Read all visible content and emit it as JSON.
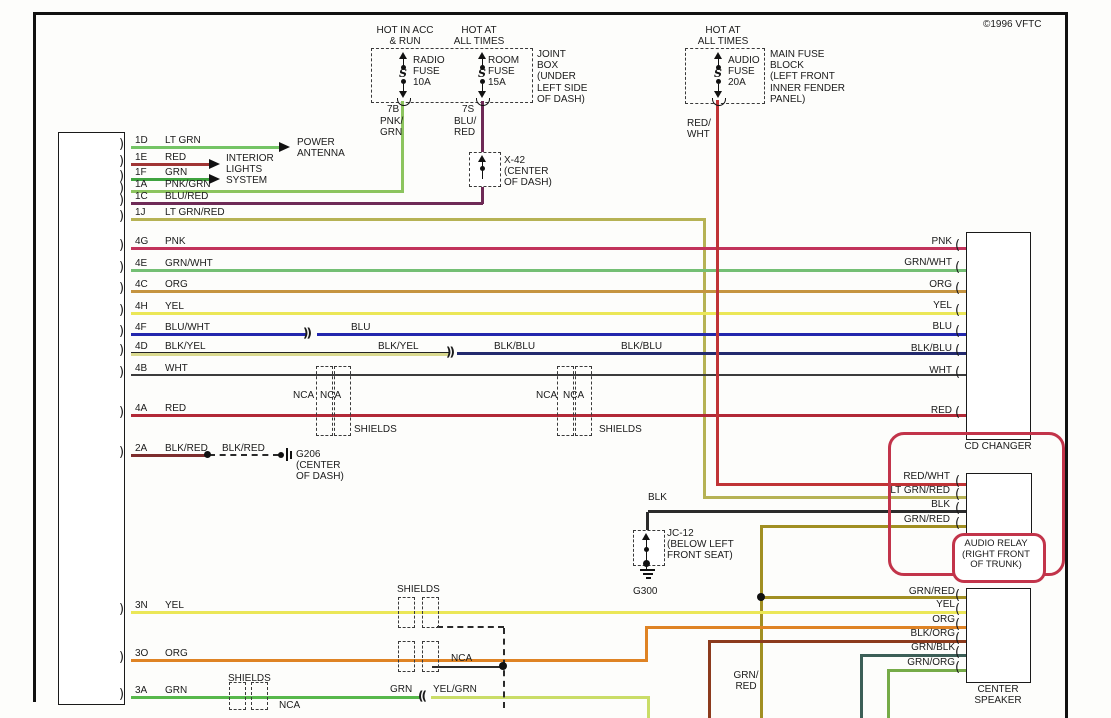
{
  "copyright": "©1996 VFTC",
  "colors": {
    "lt_grn": "#74c465",
    "red_dk": "#a03534",
    "grn": "#3fa33f",
    "pnk_grn": "#8cc45e",
    "blu_red": "#6e2a56",
    "lt_grn_red": "#b6b254",
    "pnk": "#c2335b",
    "grn_wht": "#74bf74",
    "org_gold": "#c59440",
    "yel": "#ebe757",
    "blu": "#2327ad",
    "blk_yel": "#d9d98e",
    "blk_blu": "#232a6e",
    "wht": "#3c3c3c",
    "red": "#b22937",
    "blk_red": "#7d2d2d",
    "red_wht": "#c03336",
    "blk": "#2b2b2b",
    "grn_red": "#a18f22",
    "org": "#df8324",
    "blk_org": "#8c3b1d",
    "grn_blk": "#3c5f57",
    "grn_org": "#76ab48",
    "yel_grn": "#cadd67",
    "grn_med": "#57b84b",
    "highlight": "#c2344a"
  },
  "top": {
    "hot_acc": "HOT IN ACC\n& RUN",
    "hot_times": "HOT AT\nALL TIMES",
    "radio_fuse": "RADIO\nFUSE\n10A",
    "room_fuse": "ROOM\nFUSE\n15A",
    "joint_box": "JOINT\nBOX\n(UNDER\nLEFT SIDE\nOF DASH)",
    "c7b": "7B",
    "w7b": "PNK/\nGRN",
    "c7s": "7S",
    "w7s": "BLU/\nRED",
    "hot_times2": "HOT AT\nALL TIMES",
    "audio_fuse": "AUDIO\nFUSE\n20A",
    "main_fuse_block": "MAIN FUSE\nBLOCK\n(LEFT FRONT\nINNER FENDER\nPANEL)",
    "red_wht": "RED/\nWHT"
  },
  "pins": {
    "p1d": "1D",
    "l1d": "LT GRN",
    "p1e": "1E",
    "l1e": "RED",
    "p1f": "1F",
    "l1f": "GRN",
    "p1a": "1A",
    "l1a": "PNK/GRN",
    "p1c": "1C",
    "l1c": "BLU/RED",
    "p1j": "1J",
    "l1j": "LT GRN/RED",
    "p4g": "4G",
    "l4g": "PNK",
    "p4e": "4E",
    "l4e": "GRN/WHT",
    "p4c": "4C",
    "l4c": "ORG",
    "p4h": "4H",
    "l4h": "YEL",
    "p4f": "4F",
    "l4f": "BLU/WHT",
    "p4d": "4D",
    "l4d": "BLK/YEL",
    "p4b": "4B",
    "l4b": "WHT",
    "p4a": "4A",
    "l4a": "RED",
    "p2a": "2A",
    "l2a": "BLK/RED",
    "p3n": "3N",
    "l3n": "YEL",
    "p3o": "3O",
    "l3o": "ORG",
    "p3a": "3A",
    "l3a": "GRN"
  },
  "left": {
    "power_antenna": "POWER\nANTENNA",
    "interior": "INTERIOR\nLIGHTS\nSYSTEM"
  },
  "mid": {
    "x42": "X-42\n(CENTER\nOF DASH)",
    "blu": "BLU",
    "blk_yel": "BLK/YEL",
    "blk_blu1": "BLK/BLU",
    "blk_blu2": "BLK/BLU",
    "nca": "NCA",
    "shields": "SHIELDS",
    "blk_red2": "BLK/RED",
    "g206": "G206\n(CENTER\nOF DASH)",
    "blk": "BLK",
    "jc12": "JC-12\n(BELOW LEFT\nFRONT SEAT)",
    "g300": "G300",
    "grn2": "GRN",
    "yel_grn": "YEL/GRN",
    "grn_red_mid": "GRN/\nRED"
  },
  "right": {
    "pnk": "PNK",
    "grn_wht": "GRN/WHT",
    "org": "ORG",
    "yel": "YEL",
    "blu": "BLU",
    "blk_blu": "BLK/BLU",
    "wht": "WHT",
    "red": "RED",
    "cd_changer": "CD CHANGER",
    "red_wht": "RED/WHT",
    "lt_grn_red": "LT GRN/RED",
    "blk": "BLK",
    "grn_red": "GRN/RED",
    "audio_relay": "AUDIO RELAY\n(RIGHT FRONT\nOF TRUNK)",
    "s_grn_red": "GRN/RED",
    "s_yel": "YEL",
    "s_org": "ORG",
    "s_blk_org": "BLK/ORG",
    "s_grn_blk": "GRN/BLK",
    "s_grn_org": "GRN/ORG",
    "center_speaker": "CENTER\nSPEAKER"
  }
}
